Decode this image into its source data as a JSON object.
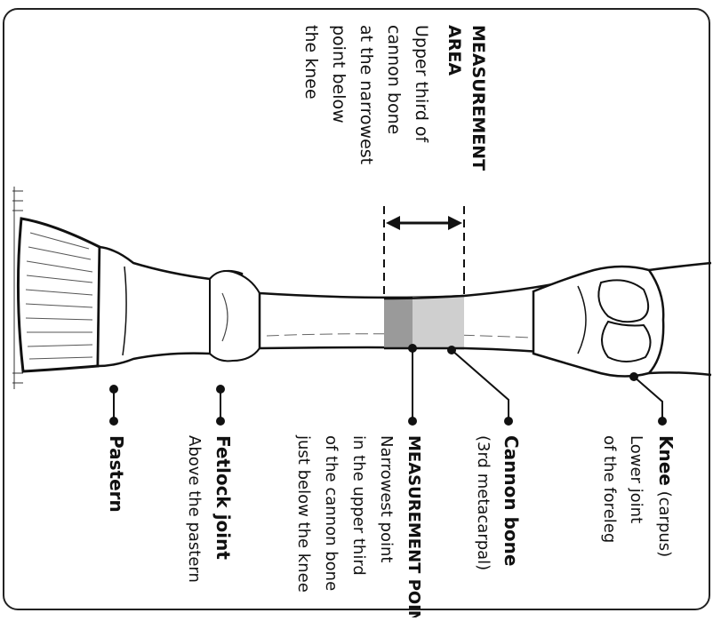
{
  "colors": {
    "ink": "#111111",
    "bone_fill": "#ffffff",
    "measurement_point_fill": "#9a9a9a",
    "measurement_area_fill": "#cfcfcf",
    "frame": "#222222"
  },
  "labels": {
    "measurement_area": {
      "title_line1": "MEASUREMENT",
      "title_line2": "AREA",
      "lines": [
        "Upper third of",
        "cannon bone",
        "at the narrowest",
        "point below",
        "the knee"
      ]
    },
    "knee": {
      "title": "Knee",
      "title_suffix": " (carpus)",
      "lines": [
        "Lower joint",
        "of the foreleg"
      ]
    },
    "cannon_bone": {
      "title": "Cannon bone",
      "lines": [
        "(3rd metacarpal)"
      ]
    },
    "measurement_point": {
      "title": "MEASUREMENT POINT",
      "lines": [
        "Narrowest point",
        "in the upper third",
        "of the cannon bone",
        "just below the knee"
      ]
    },
    "fetlock_joint": {
      "title": "Fetlock joint",
      "lines": [
        "Above the pastern"
      ]
    },
    "pastern": {
      "title": "Pastern"
    }
  },
  "icons": [
    "double-arrow-icon",
    "leader-dot-icon"
  ]
}
